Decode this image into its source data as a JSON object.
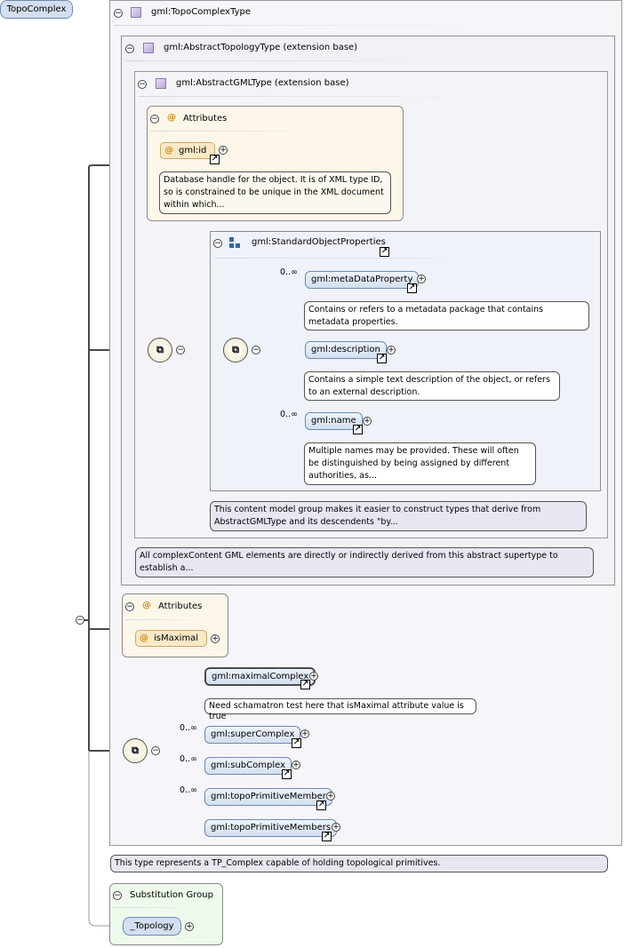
{
  "root": {
    "label": "TopoComplex"
  },
  "complex_type": {
    "label": "gml:TopoComplexType"
  },
  "abstract_topology": {
    "label": "gml:AbstractTopologyType (extension base)"
  },
  "abstract_gml": {
    "label": "gml:AbstractGMLType (extension base)"
  },
  "gml_attributes": {
    "title": "Attributes",
    "id_label": "gml:id",
    "id_doc": "Database handle for the object. It is of XML type ID, so is constrained to be unique in the XML document within which..."
  },
  "standard_props": {
    "label": "gml:StandardObjectProperties",
    "elements": [
      {
        "label": "gml:metaDataProperty",
        "cardinality": "0..∞",
        "doc": "Contains or refers to a metadata package that contains metadata properties."
      },
      {
        "label": "gml:description",
        "cardinality": "",
        "doc": "Contains a simple text description of the object, or refers to an external description."
      },
      {
        "label": "gml:name",
        "cardinality": "0..∞",
        "doc": "Multiple names may be provided. These will often be distinguished by being assigned by different authorities, as..."
      }
    ],
    "doc": "This content model group makes it easier to construct types that derive from AbstractGMLType and its descendents \"by..."
  },
  "abstract_gml_doc": "All complexContent GML elements are directly or indirectly derived from this abstract supertype to establish a...",
  "topo_attributes": {
    "title": "Attributes",
    "is_maximal": "isMaximal"
  },
  "topo_sequence": {
    "elements": [
      {
        "label": "gml:maximalComplex",
        "cardinality": "",
        "doc": "Need schamatron test here that isMaximal attribute value is true"
      },
      {
        "label": "gml:superComplex",
        "cardinality": "0..∞"
      },
      {
        "label": "gml:subComplex",
        "cardinality": "0..∞"
      },
      {
        "label": "gml:topoPrimitiveMember",
        "cardinality": "0..∞"
      },
      {
        "label": "gml:topoPrimitiveMembers",
        "cardinality": ""
      }
    ]
  },
  "type_doc": "This type represents a TP_Complex capable of holding topological primitives.",
  "substitution": {
    "title": "Substitution Group",
    "item": "_Topology"
  },
  "icons": {
    "toggle": "collapse-icon",
    "type": "complex-type-icon",
    "attribute": "attribute-icon",
    "sequence": "sequence-icon",
    "reference": "reference-arrow-icon",
    "expand": "expand-icon",
    "group": "model-group-icon"
  }
}
